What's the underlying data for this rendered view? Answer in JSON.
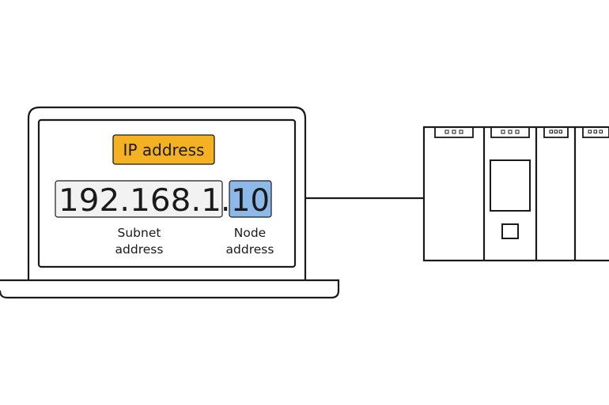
{
  "ip_label": "IP address",
  "ip": {
    "subnet": "192.168.1",
    "dot": ".",
    "node": "10"
  },
  "captions": {
    "subnet_line1": "Subnet",
    "subnet_line2": "address",
    "node_line1": "Node",
    "node_line2": "address"
  },
  "colors": {
    "label_fill": "#F4B223",
    "subnet_fill": "#F2F2F2",
    "node_fill": "#8DB9E8",
    "stroke": "#1a1a1a"
  }
}
